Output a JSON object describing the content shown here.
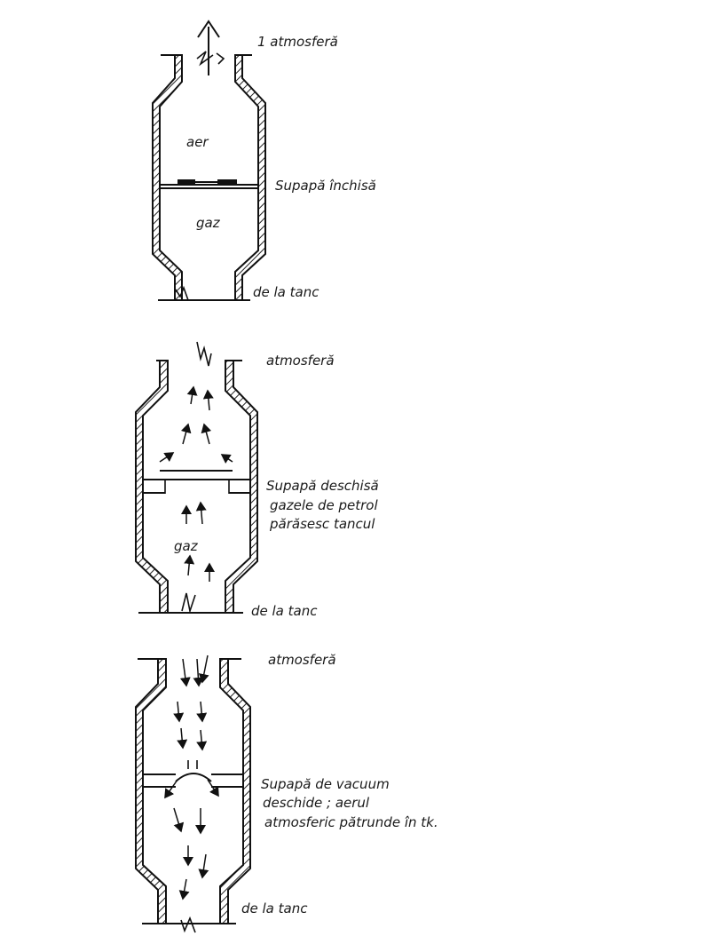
{
  "labels": {
    "top_atmosphere": "1 atmosferă",
    "air": "aer",
    "valve_closed": "Supapă închisă",
    "gas_top": "gaz",
    "from_tank_1": "de la tanc",
    "mid_atmosphere": "atmosferă",
    "valve_open": "Supapă deschisă",
    "gases_line1": "gazele de petrol",
    "gases_line2": "părăsesc tancul",
    "gas_mid": "gaz",
    "from_tank_2": "de la tanc",
    "bottom_atmosphere": "atmosferă",
    "vacuum_line1": "Supapă de vacuum",
    "vacuum_line2": "deschide ; aerul",
    "vacuum_line3": "atmosferic pătrunde în tk.",
    "from_tank_3": "de la tanc"
  }
}
